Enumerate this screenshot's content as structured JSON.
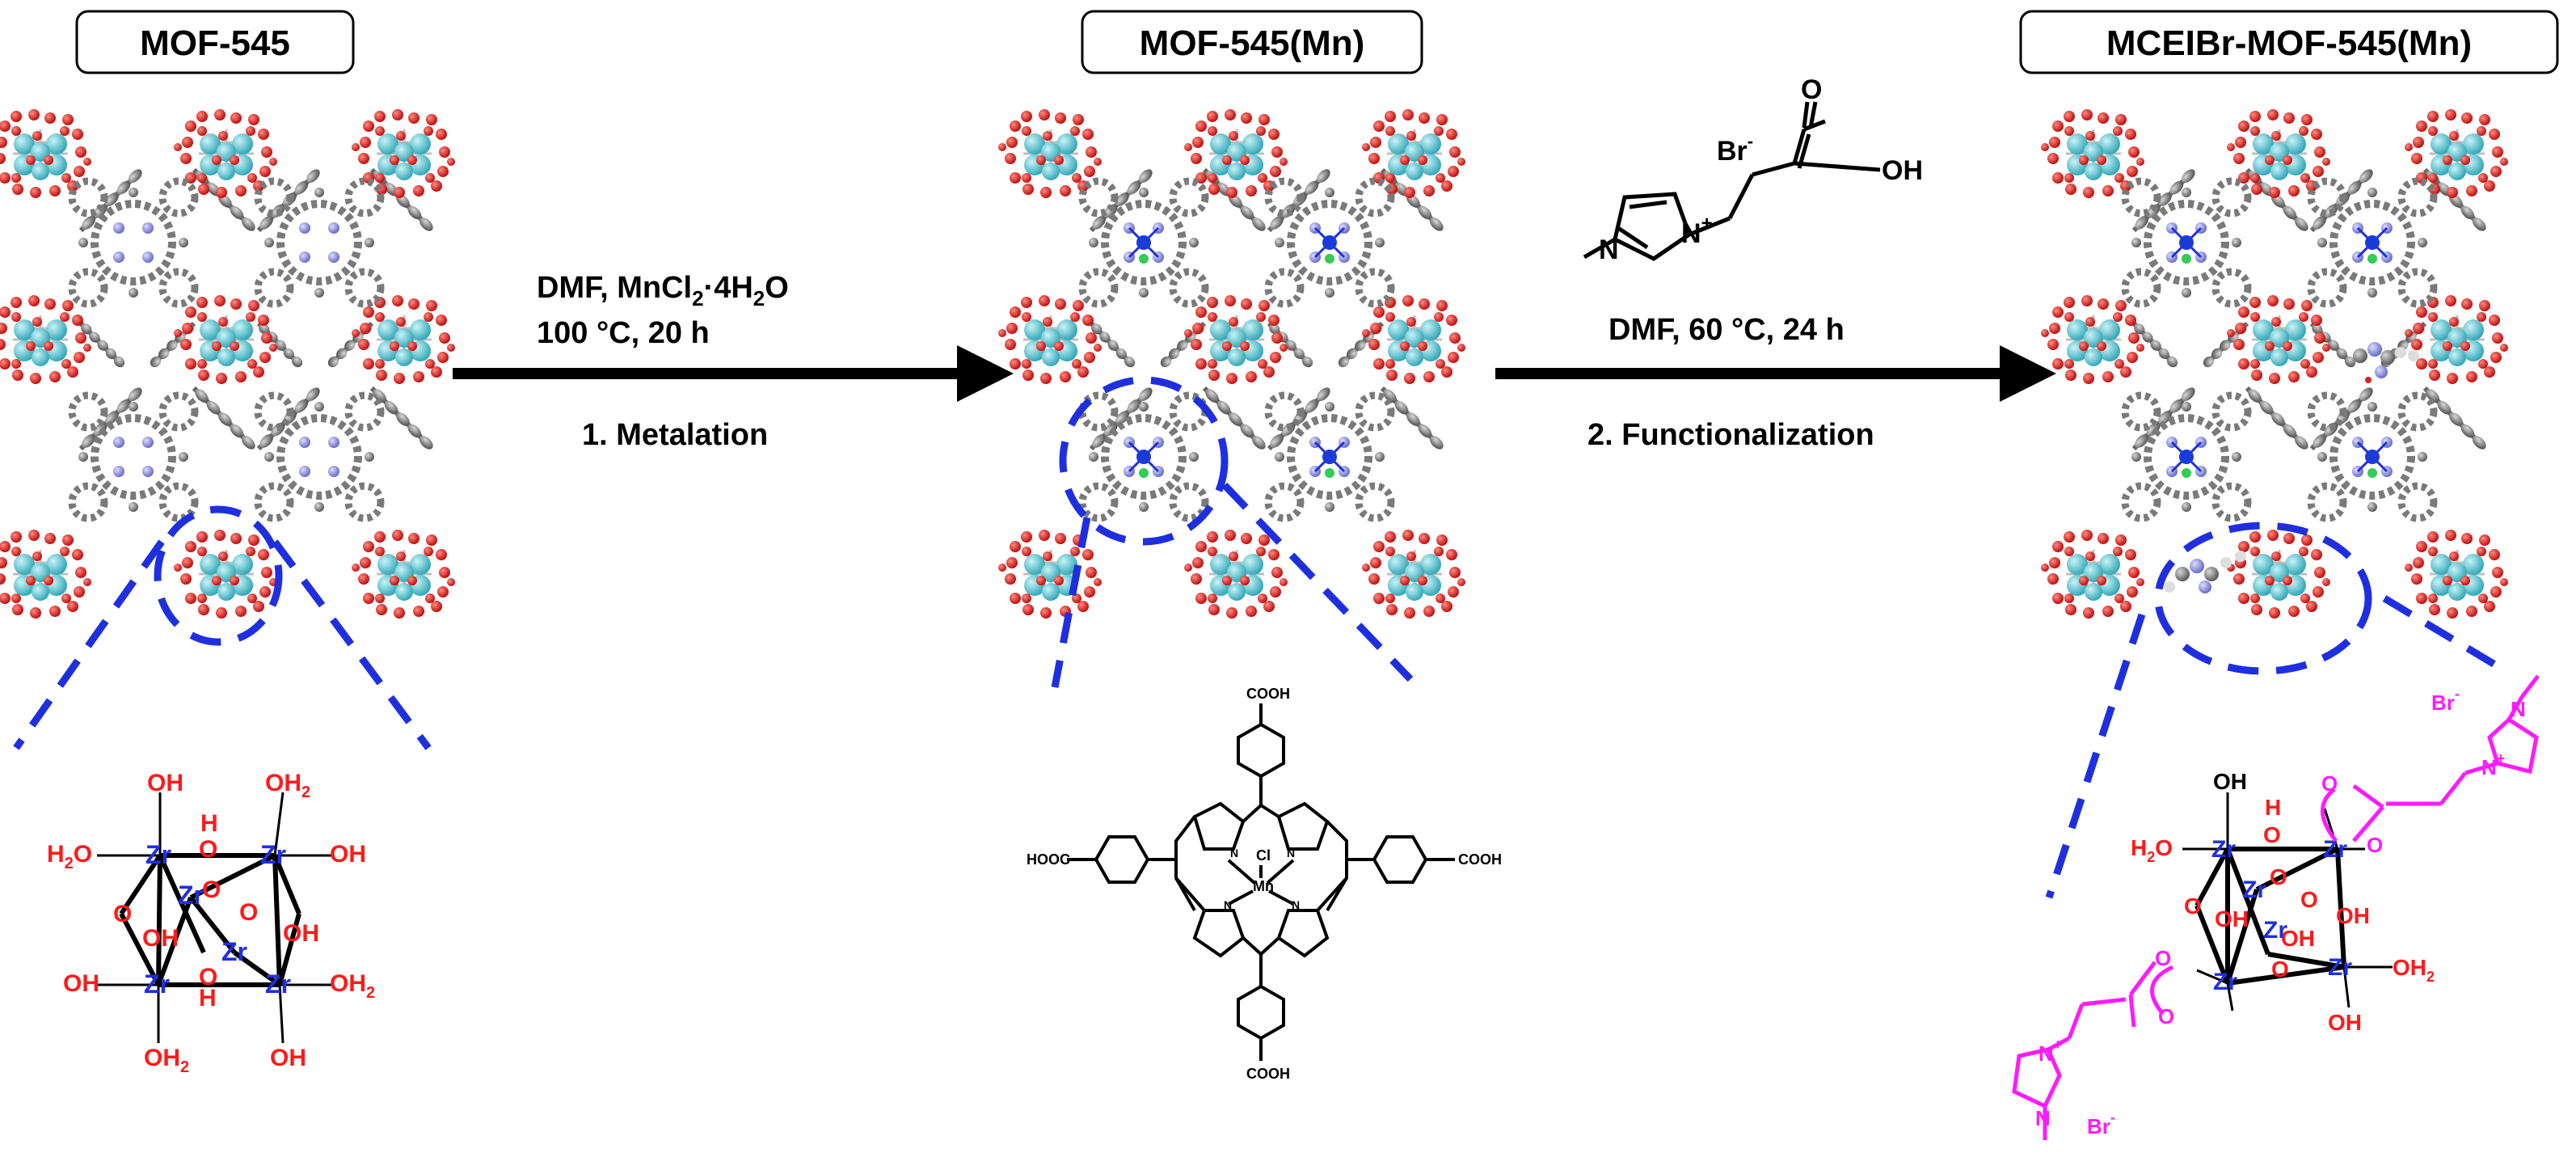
{
  "materials": {
    "mof_545": "MOF-545",
    "mof_545_mn": "MOF-545(Mn)",
    "mceibr_mof_545_mn": "MCEIBr-MOF-545(Mn)"
  },
  "step1": {
    "reagent_a": "DMF, MnCl",
    "reagent_sub_a": "2",
    "reagent_b": "·4H",
    "reagent_sub_b": "2",
    "reagent_c": "O",
    "condition": "100 °C, 20 h",
    "name": "1. Metalation"
  },
  "step2": {
    "condition": "DMF, 60 °C, 24 h",
    "name": "2. Functionalization"
  },
  "ionic_liquid": {
    "anion": "Br",
    "anion_charge": "-",
    "cation_charge": "+",
    "oh": "OH",
    "o": "O",
    "n": "N"
  },
  "zr_cluster": {
    "zr": "Zr",
    "oh": "OH",
    "o": "O",
    "h": "H",
    "h2o": "H2O",
    "oh2": "OH2"
  },
  "porphyrin": {
    "cooh": "COOH",
    "hooc": "HOOC",
    "cl": "Cl",
    "mn": "Mn",
    "n": "N"
  },
  "functionalized_cluster": {
    "br": "Br",
    "plus": "+",
    "minus": "-",
    "n": "N",
    "o": "O"
  },
  "colors": {
    "atom_zr": "#5bc8d6",
    "atom_o": "#e0201a",
    "atom_c": "#8a8a8a",
    "atom_n": "#8b8fe0",
    "atom_mn": "#1a3bd8",
    "atom_cl": "#33cc55",
    "dashed_highlight": "#1f2fe0",
    "ligand_magenta": "#ff1aff"
  }
}
